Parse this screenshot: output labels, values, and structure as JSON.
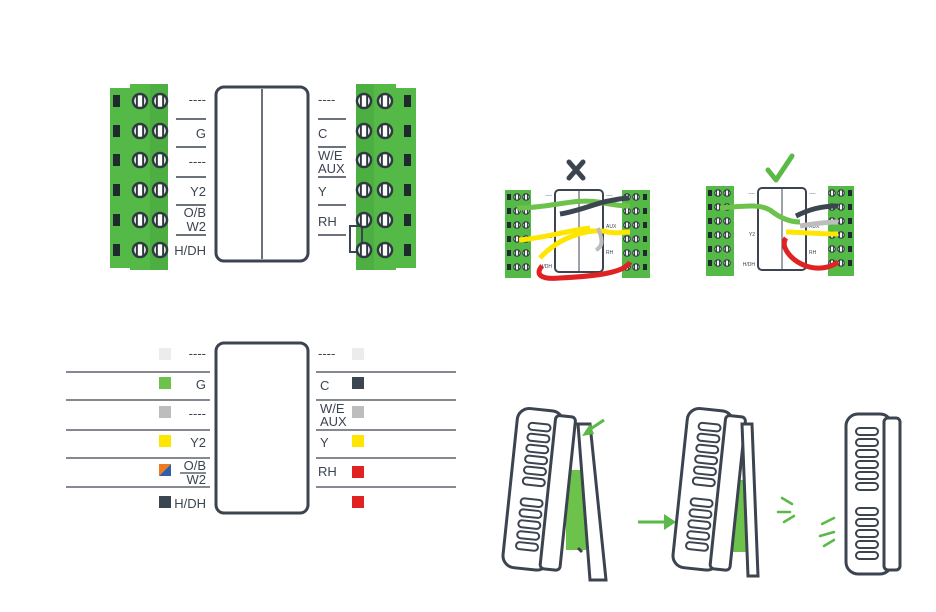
{
  "colors": {
    "terminal_green": "#55b947",
    "terminal_shadow": "#2f8a34",
    "outline": "#3c4450",
    "wire_white": "#ececec",
    "wire_green": "#6cc24a",
    "wire_gray": "#bdbdbd",
    "wire_yellow": "#ffe600",
    "wire_orange": "#f07a22",
    "wire_blue": "#2e5fa8",
    "wire_dark": "#3c4650",
    "wire_red": "#e02222",
    "check": "#5ab947"
  },
  "terminal_diagram": {
    "left_labels": [
      "----",
      "G",
      "----",
      "Y2",
      "O/B",
      "W2",
      "H/DH"
    ],
    "right_labels": [
      "----",
      "C",
      "W/E",
      "AUX",
      "Y",
      "RH"
    ]
  },
  "wire_chart": {
    "left_rows": [
      {
        "label": "----",
        "colors": [
          "wire_white"
        ]
      },
      {
        "label": "G",
        "colors": [
          "wire_green"
        ]
      },
      {
        "label": "----",
        "colors": [
          "wire_gray"
        ]
      },
      {
        "label": "Y2",
        "colors": [
          "wire_yellow"
        ]
      },
      {
        "label": "O/B",
        "sub_label": "W2",
        "colors": [
          "wire_orange",
          "wire_blue"
        ]
      },
      {
        "label": "H/DH",
        "colors": [
          "wire_dark"
        ]
      }
    ],
    "right_rows": [
      {
        "label": "----",
        "colors": [
          "wire_white"
        ]
      },
      {
        "label": "C",
        "colors": [
          "wire_dark"
        ]
      },
      {
        "label": "W/E",
        "sub_label": "AUX",
        "colors": [
          "wire_gray"
        ]
      },
      {
        "label": "Y",
        "colors": [
          "wire_yellow"
        ]
      },
      {
        "label": "RH",
        "colors": [
          "wire_red"
        ]
      },
      {
        "label": "",
        "colors": [
          "wire_red"
        ]
      }
    ]
  },
  "wiring_examples": [
    {
      "status": "incorrect",
      "icon": "x-icon"
    },
    {
      "status": "correct",
      "icon": "check-icon"
    }
  ],
  "mount_steps": [
    "hook-top",
    "push-bottom",
    "snap-in"
  ]
}
